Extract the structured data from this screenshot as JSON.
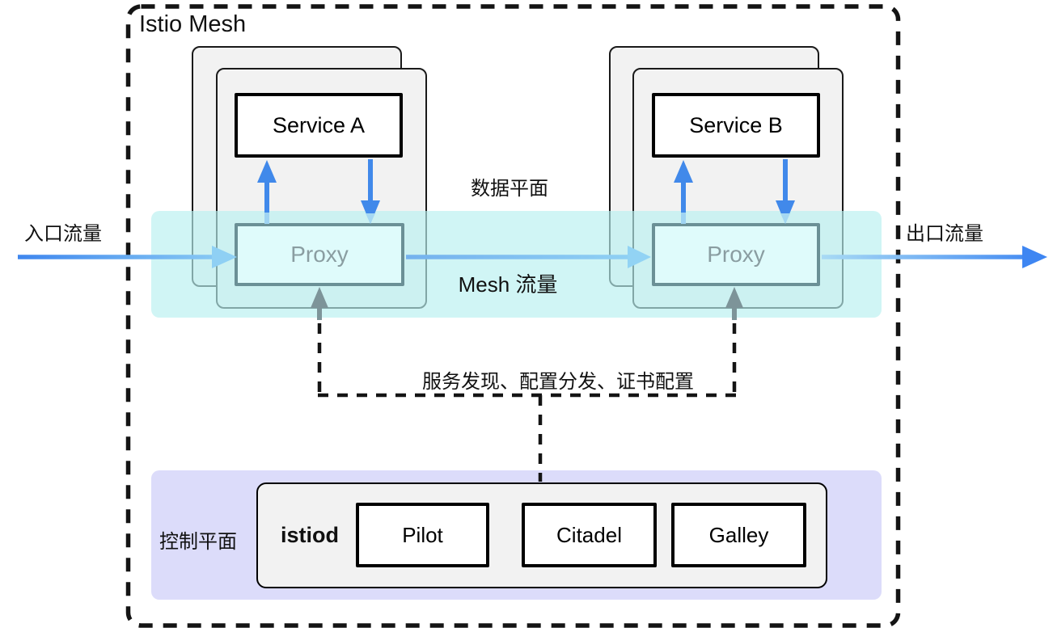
{
  "title": "Istio Mesh",
  "data_plane": {
    "label": "数据平面",
    "mesh_traffic_label": "Mesh 流量",
    "ingress_label": "入口流量",
    "egress_label": "出口流量",
    "services": [
      {
        "name": "Service A",
        "proxy_label": "Proxy"
      },
      {
        "name": "Service B",
        "proxy_label": "Proxy"
      }
    ]
  },
  "control_plane": {
    "label": "控制平面",
    "connector_label": "服务发现、配置分发、证书配置",
    "istiod_label": "istiod",
    "components": [
      "Pilot",
      "Citadel",
      "Galley"
    ]
  },
  "colors": {
    "arrow_blue": "#4189ea",
    "arrow_light_blue": "#8fd0f4",
    "arrow_gray": "#7d9499",
    "data_plane_band": "#d5f5f5",
    "control_plane_band": "#dcdcfa",
    "pod_fill": "#f2f2f2",
    "proxy_fill": "#dffbfb",
    "proxy_border": "#6b9096",
    "dash_black": "#141414"
  }
}
